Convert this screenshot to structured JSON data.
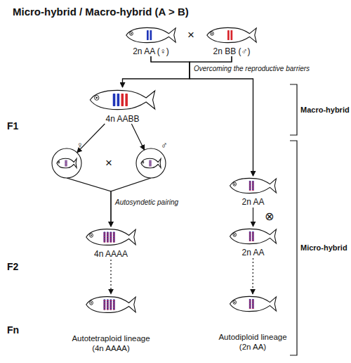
{
  "diagram": {
    "title": "Micro-hybrid / Macro-hybrid (A > B)",
    "nodes": [
      {
        "text": [
          "2n AA (♀)"
        ]
      },
      {
        "text": [
          "2n BB (♂)"
        ]
      },
      {
        "text": [
          "4n AABB"
        ]
      },
      {
        "text": [
          "♀"
        ]
      },
      {
        "text": [
          "♂"
        ]
      },
      {
        "text": [
          "2n AA"
        ]
      },
      {
        "text": [
          "4n AAAA"
        ]
      },
      {
        "text": [
          "2n AA"
        ]
      },
      {
        "text": [
          "Autotetraploid lineage",
          "(4n AAAA)"
        ]
      },
      {
        "text": [
          "Autodiploid lineage",
          "(2n AA)"
        ]
      }
    ],
    "edges": [
      {
        "from": 0,
        "to": 2,
        "arrow": "to"
      },
      {
        "from": 1,
        "to": 2,
        "arrow": "to"
      },
      {
        "from": 0,
        "to": 5,
        "arrow": "to"
      },
      {
        "from": 1,
        "to": 5,
        "arrow": "to"
      },
      {
        "from": 2,
        "to": 3,
        "arrow": "to"
      },
      {
        "from": 2,
        "to": 4,
        "arrow": "to"
      },
      {
        "from": 3,
        "to": 6,
        "arrow": "to"
      },
      {
        "from": 4,
        "to": 6,
        "arrow": "to"
      },
      {
        "from": 5,
        "to": 7,
        "arrow": "to"
      },
      {
        "from": 6,
        "to": 8,
        "arrow": "to"
      },
      {
        "from": 7,
        "to": 9,
        "arrow": "to"
      }
    ],
    "labels": [
      "×",
      "Overcoming the reproductive barriers",
      "Macro-hybrid",
      "F1",
      "×",
      "Autosyndetic pairing",
      "⊗",
      "Micro-hybrid",
      "F2",
      "Fn"
    ]
  }
}
